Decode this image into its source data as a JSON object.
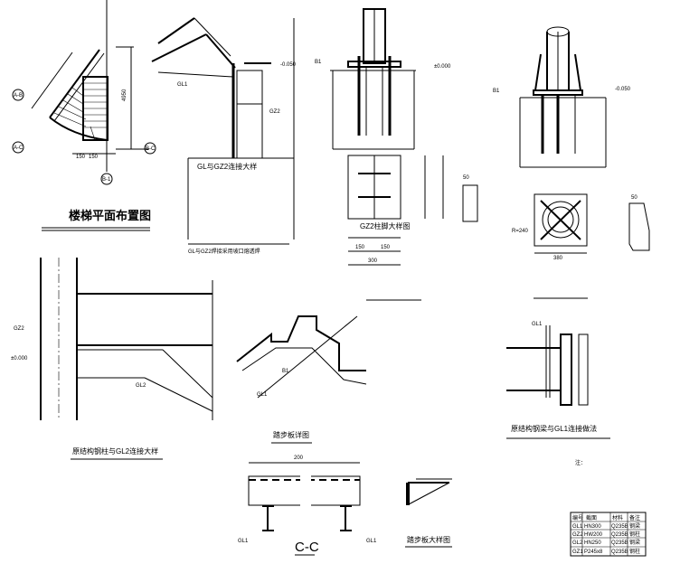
{
  "titles": {
    "stair_plan": "楼梯平面布置图",
    "gl_gz2": "GL与GZ2连接大样",
    "gz2_base": "GZ2柱脚大样图",
    "tread_detail": "踏步板详图",
    "section": "C-C",
    "tread_large": "踏步板大样图",
    "beam_gl1": "原结构钢梁与GL1连接做法",
    "col_gl2": "原结构钢柱与GL2连接大样"
  },
  "axes": {
    "a": "B-1",
    "b": "B-C",
    "c": "A-C",
    "d": "A-B",
    "e": "B-1"
  },
  "labels": {
    "gl1": "GL1",
    "gl2": "GL2",
    "gz2": "GZ2",
    "elev": "-0.050",
    "elev2": "±0.000",
    "b1": "B1",
    "radius": "R=240",
    "dim_150a": "150",
    "dim_150b": "150",
    "dim_300": "300",
    "dim_380": "380",
    "dim_50": "50",
    "dim_200": "200",
    "dim_4950": "4950",
    "note_head": "注：",
    "gl_note": "GL与GZ2焊接采用坡口熔透焊"
  },
  "table": {
    "headers": [
      "编号",
      "截面",
      "材料",
      "备注"
    ],
    "rows": [
      [
        "GL1",
        "HN300",
        "Q235B",
        "钢梁"
      ],
      [
        "GZ2",
        "HW200",
        "Q235B",
        "钢柱"
      ],
      [
        "GL2",
        "HN250",
        "Q235B",
        "钢梁"
      ],
      [
        "GZ1",
        "P245x8",
        "Q235B",
        "钢柱"
      ]
    ]
  }
}
